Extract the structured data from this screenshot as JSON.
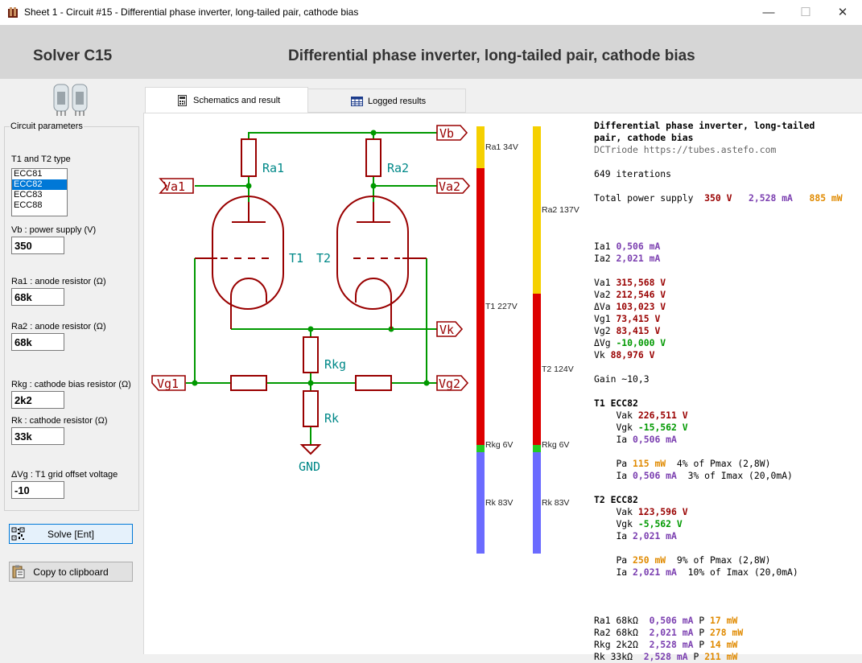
{
  "window": {
    "title": "Sheet 1 - Circuit #15 - Differential phase inverter, long-tailed pair, cathode bias",
    "minimize": "—",
    "maximize": "☐",
    "close": "✕"
  },
  "header": {
    "solver": "Solver C15",
    "title": "Differential phase inverter, long-tailed pair, cathode bias"
  },
  "params": {
    "group_title": "Circuit parameters",
    "type_label": "T1 and T2 type",
    "types": [
      "ECC81",
      "ECC82",
      "ECC83",
      "ECC88"
    ],
    "selected_type": "ECC82",
    "vb_label": "Vb : power supply (V)",
    "vb": "350",
    "ra1_label": "Ra1 : anode resistor (Ω)",
    "ra1": "68k",
    "ra2_label": "Ra2 : anode resistor (Ω)",
    "ra2": "68k",
    "rkg_label": "Rkg : cathode bias resistor (Ω)",
    "rkg": "2k2",
    "rk_label": "Rk : cathode resistor (Ω)",
    "rk": "33k",
    "dvg_label": "ΔVg : T1 grid offset voltage",
    "dvg": "-10"
  },
  "buttons": {
    "solve": "Solve [Ent]",
    "copy": "Copy to clipboard"
  },
  "tabs": {
    "schematic": "Schematics and result",
    "logged": "Logged results"
  },
  "schematic": {
    "Vb": "Vb",
    "Va1": "Va1",
    "Va2": "Va2",
    "Vk": "Vk",
    "Vg1": "Vg1",
    "Vg2": "Vg2",
    "Ra1": "Ra1",
    "Ra2": "Ra2",
    "Rkg": "Rkg",
    "Rk": "Rk",
    "T1": "T1",
    "T2": "T2",
    "GND": "GND"
  },
  "bars": {
    "left": [
      {
        "name": "Ra1",
        "volts": 34,
        "label": "Ra1 34V",
        "color": "#f5d000"
      },
      {
        "name": "T1",
        "volts": 227,
        "label": "T1 227V",
        "color": "#dd0000"
      },
      {
        "name": "Rkg",
        "volts": 6,
        "label": "Rkg 6V",
        "color": "#22cc22"
      },
      {
        "name": "Rk",
        "volts": 83,
        "label": "Rk 83V",
        "color": "#6b6bff"
      }
    ],
    "right": [
      {
        "name": "Ra2",
        "volts": 137,
        "label": "Ra2 137V",
        "color": "#f5d000"
      },
      {
        "name": "T2",
        "volts": 124,
        "label": "T2 124V",
        "color": "#dd0000"
      },
      {
        "name": "Rkg",
        "volts": 6,
        "label": "Rkg 6V",
        "color": "#22cc22"
      },
      {
        "name": "Rk",
        "volts": 83,
        "label": "Rk 83V",
        "color": "#6b6bff"
      }
    ]
  },
  "results": {
    "title1": "Differential phase inverter, long-tailed",
    "title2": "pair, cathode bias",
    "credit": "DCTriode https://tubes.astefo.com",
    "iterations": "649 iterations",
    "tps_label": "Total power supply",
    "tps_v": "350 V",
    "tps_i": "2,528 mA",
    "tps_p": "885 mW",
    "ia1_label": "Ia1",
    "ia1": "0,506 mA",
    "ia2_label": "Ia2",
    "ia2": "2,021 mA",
    "va1_label": "Va1",
    "va1": "315,568 V",
    "va2_label": "Va2",
    "va2": "212,546 V",
    "dva_label": "ΔVa",
    "dva": "103,023 V",
    "vg1_label": "Vg1",
    "vg1": "73,415 V",
    "vg2_label": "Vg2",
    "vg2": "83,415 V",
    "dvg_label": "ΔVg",
    "dvg": "-10,000 V",
    "vk_label": "Vk",
    "vk": "88,976 V",
    "gain": "Gain ~10,3",
    "t1_title": "T1 ECC82",
    "t1_vak_label": "Vak",
    "t1_vak": "226,511 V",
    "t1_vgk_label": "Vgk",
    "t1_vgk": "-15,562 V",
    "t1_ia_label": "Ia",
    "t1_ia": "0,506 mA",
    "t1_pa_label": "Pa",
    "t1_pa": "115 mW",
    "t1_pa_rest": "4% of Pmax (2,8W)",
    "t1_ia2_label": "Ia",
    "t1_ia2": "0,506 mA",
    "t1_ia2_rest": "3% of Imax (20,0mA)",
    "t2_title": "T2 ECC82",
    "t2_vak_label": "Vak",
    "t2_vak": "123,596 V",
    "t2_vgk_label": "Vgk",
    "t2_vgk": "-5,562 V",
    "t2_ia_label": "Ia",
    "t2_ia": "2,021 mA",
    "t2_pa_label": "Pa",
    "t2_pa": "250 mW",
    "t2_pa_rest": "9% of Pmax (2,8W)",
    "t2_ia2_label": "Ia",
    "t2_ia2": "2,021 mA",
    "t2_ia2_rest": "10% of Imax (20,0mA)",
    "res": [
      {
        "name": "Ra1 68kΩ",
        "i": "0,506 mA",
        "p_label": "P",
        "p": "17 mW"
      },
      {
        "name": "Ra2 68kΩ",
        "i": "2,021 mA",
        "p_label": "P",
        "p": "278 mW"
      },
      {
        "name": "Rkg 2k2Ω",
        "i": "2,528 mA",
        "p_label": "P",
        "p": "14 mW"
      },
      {
        "name": "Rk 33kΩ",
        "i": "2,528 mA",
        "p_label": "P",
        "p": "211 mW"
      }
    ]
  },
  "icons": {
    "app": "tube-app-icon",
    "tubes": "vacuum-tubes-image",
    "solve": "qr-code-icon",
    "copy": "clipboard-icon",
    "schematic_tab": "calculator-icon",
    "logged_tab": "table-icon"
  }
}
